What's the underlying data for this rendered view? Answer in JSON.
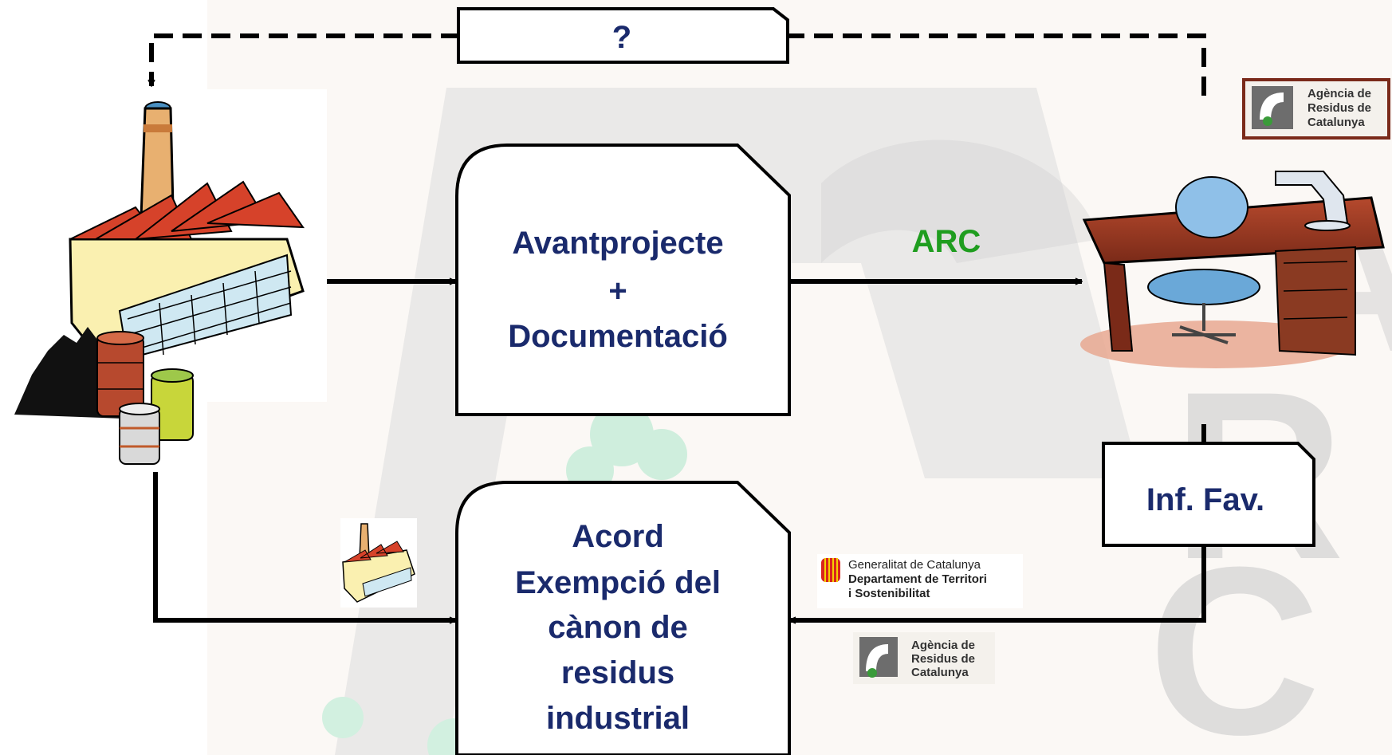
{
  "feedback_label": "?",
  "doc_box": {
    "lines": [
      "Avantprojecte",
      "+",
      "Documentació"
    ]
  },
  "arc_label": "ARC",
  "arc_color": "#1f9d1f",
  "text_color": "#1a2a6c",
  "favorable_box": {
    "label": "Inf. Fav."
  },
  "agreement_box": {
    "lines": [
      "Acord",
      "Exempció del",
      "cànon de",
      "residus",
      "industrial"
    ]
  },
  "arc_logo": {
    "lines": [
      "Agència de",
      "Residus de",
      "Catalunya"
    ],
    "initials": [
      "A",
      "R",
      "C"
    ]
  },
  "gencat_logo": {
    "line1": "Generalitat de Catalunya",
    "line2": "Departament de Territori",
    "line3": "i Sostenibilitat"
  }
}
